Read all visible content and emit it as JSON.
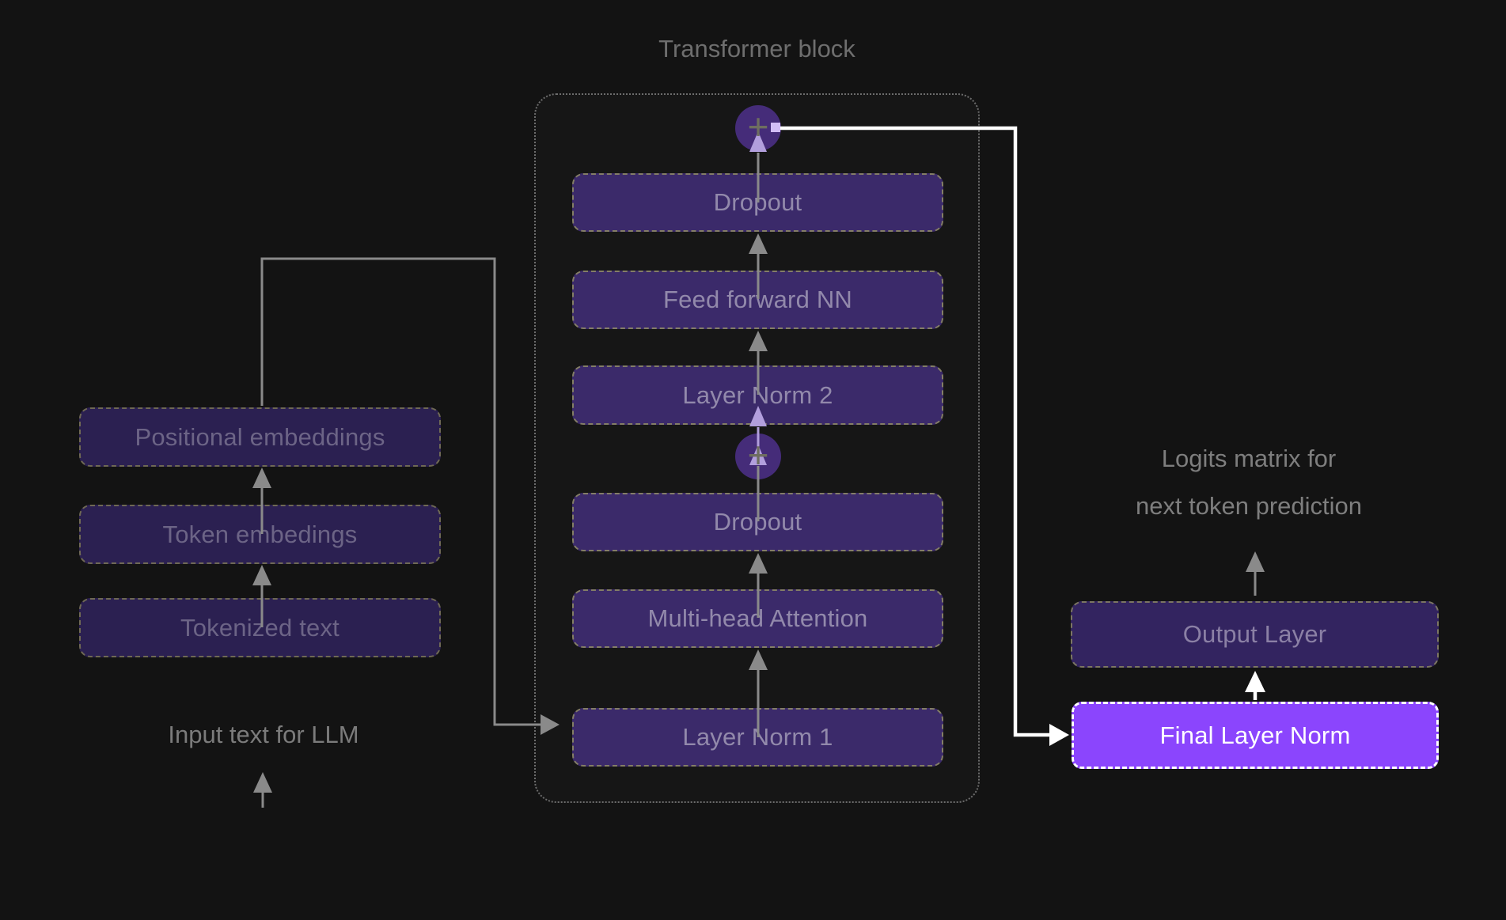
{
  "title": "Transformer block",
  "plus": "+",
  "left": {
    "positional": "Positional embeddings",
    "token": "Token embedings",
    "tokenized": "Tokenized text",
    "caption": "Input text for LLM"
  },
  "block": {
    "dropout_top": "Dropout",
    "ffn": "Feed forward NN",
    "ln2": "Layer Norm 2",
    "dropout_mid": "Dropout",
    "mha": "Multi-head Attention",
    "ln1": "Layer Norm 1"
  },
  "right": {
    "caption_line1": "Logits matrix for",
    "caption_line2": "next token prediction",
    "output_layer": "Output Layer",
    "final_ln": "Final Layer Norm"
  },
  "colors": {
    "background": "#131313",
    "container_border": "#6c6c6c",
    "node_fill": "#3b2a6a",
    "node_border": "#847e67",
    "node_text": "#9289ab",
    "muted_node_fill": "#2b2051",
    "muted_node_text": "#6c6486",
    "output_node_fill": "#332460",
    "highlight_fill": "#8b45fd",
    "highlight_text": "#ffffff",
    "circle_fill": "#452c79",
    "plus_color": "#6e6e60",
    "arrow_gray": "#8a8a8a",
    "arrow_lavender": "#b29fdd",
    "arrow_white": "#ffffff",
    "connector_nub": "#d2bdf6",
    "title_color": "#6e6e6e",
    "caption_color": "#7e7e7e"
  }
}
